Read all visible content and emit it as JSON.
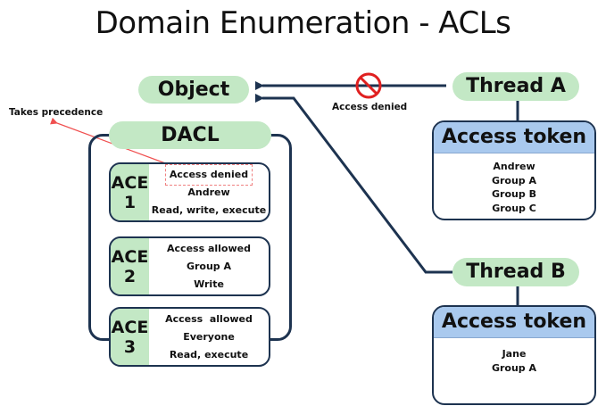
{
  "title": "Domain Enumeration - ACLs",
  "object": {
    "label": "Object"
  },
  "precedence_note": "Takes precedence",
  "dacl": {
    "label": "DACL",
    "aces": [
      {
        "name": "ACE",
        "number": "1",
        "type": "Access denied",
        "principal": "Andrew",
        "rights": "Read, write, execute",
        "highlighted": true
      },
      {
        "name": "ACE",
        "number": "2",
        "type": "Access allowed",
        "principal": "Group A",
        "rights": "Write"
      },
      {
        "name": "ACE",
        "number": "3",
        "type": "Access  allowed",
        "principal": "Everyone",
        "rights": "Read, execute"
      }
    ]
  },
  "threads": [
    {
      "label": "Thread A",
      "token_title": "Access token",
      "token_entries": [
        "Andrew",
        "Group A",
        "Group B",
        "Group C"
      ],
      "result": "Access denied"
    },
    {
      "label": "Thread B",
      "token_title": "Access token",
      "token_entries": [
        "Jane",
        "Group A"
      ]
    }
  ],
  "colors": {
    "pill_green": "#c3e8c5",
    "token_header_blue": "#a9c9ee",
    "line_navy": "#1d3350",
    "deny_red": "#e02020",
    "note_arrow_red": "#f05050"
  },
  "icons": {
    "denied": "no-entry-icon"
  }
}
